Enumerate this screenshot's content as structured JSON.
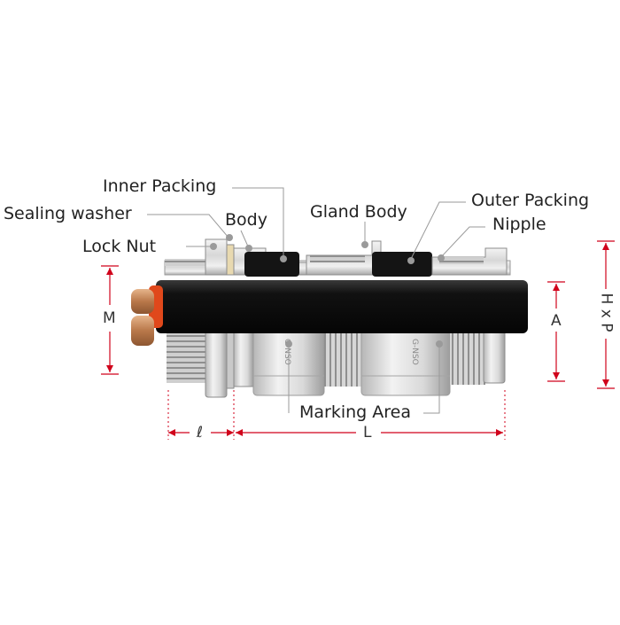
{
  "labels": {
    "inner_packing": "Inner Packing",
    "sealing_washer": "Sealing washer",
    "body": "Body",
    "gland_body": "Gland Body",
    "outer_packing": "Outer Packing",
    "nipple": "Nipple",
    "lock_nut": "Lock Nut",
    "marking_area": "Marking Area"
  },
  "dimensions": {
    "m": "M",
    "a": "A",
    "hxp": "H x P",
    "l_small": "ℓ",
    "l_big": "L"
  },
  "body_marking_text": "G-NSO",
  "colors": {
    "dimension_red": "#d0021b",
    "leader_gray": "#9a9a9a",
    "cable_black": "#111111",
    "metal_light": "#e4e4e4",
    "metal_mid": "#bdbdbd",
    "copper": "#c98a5a"
  }
}
